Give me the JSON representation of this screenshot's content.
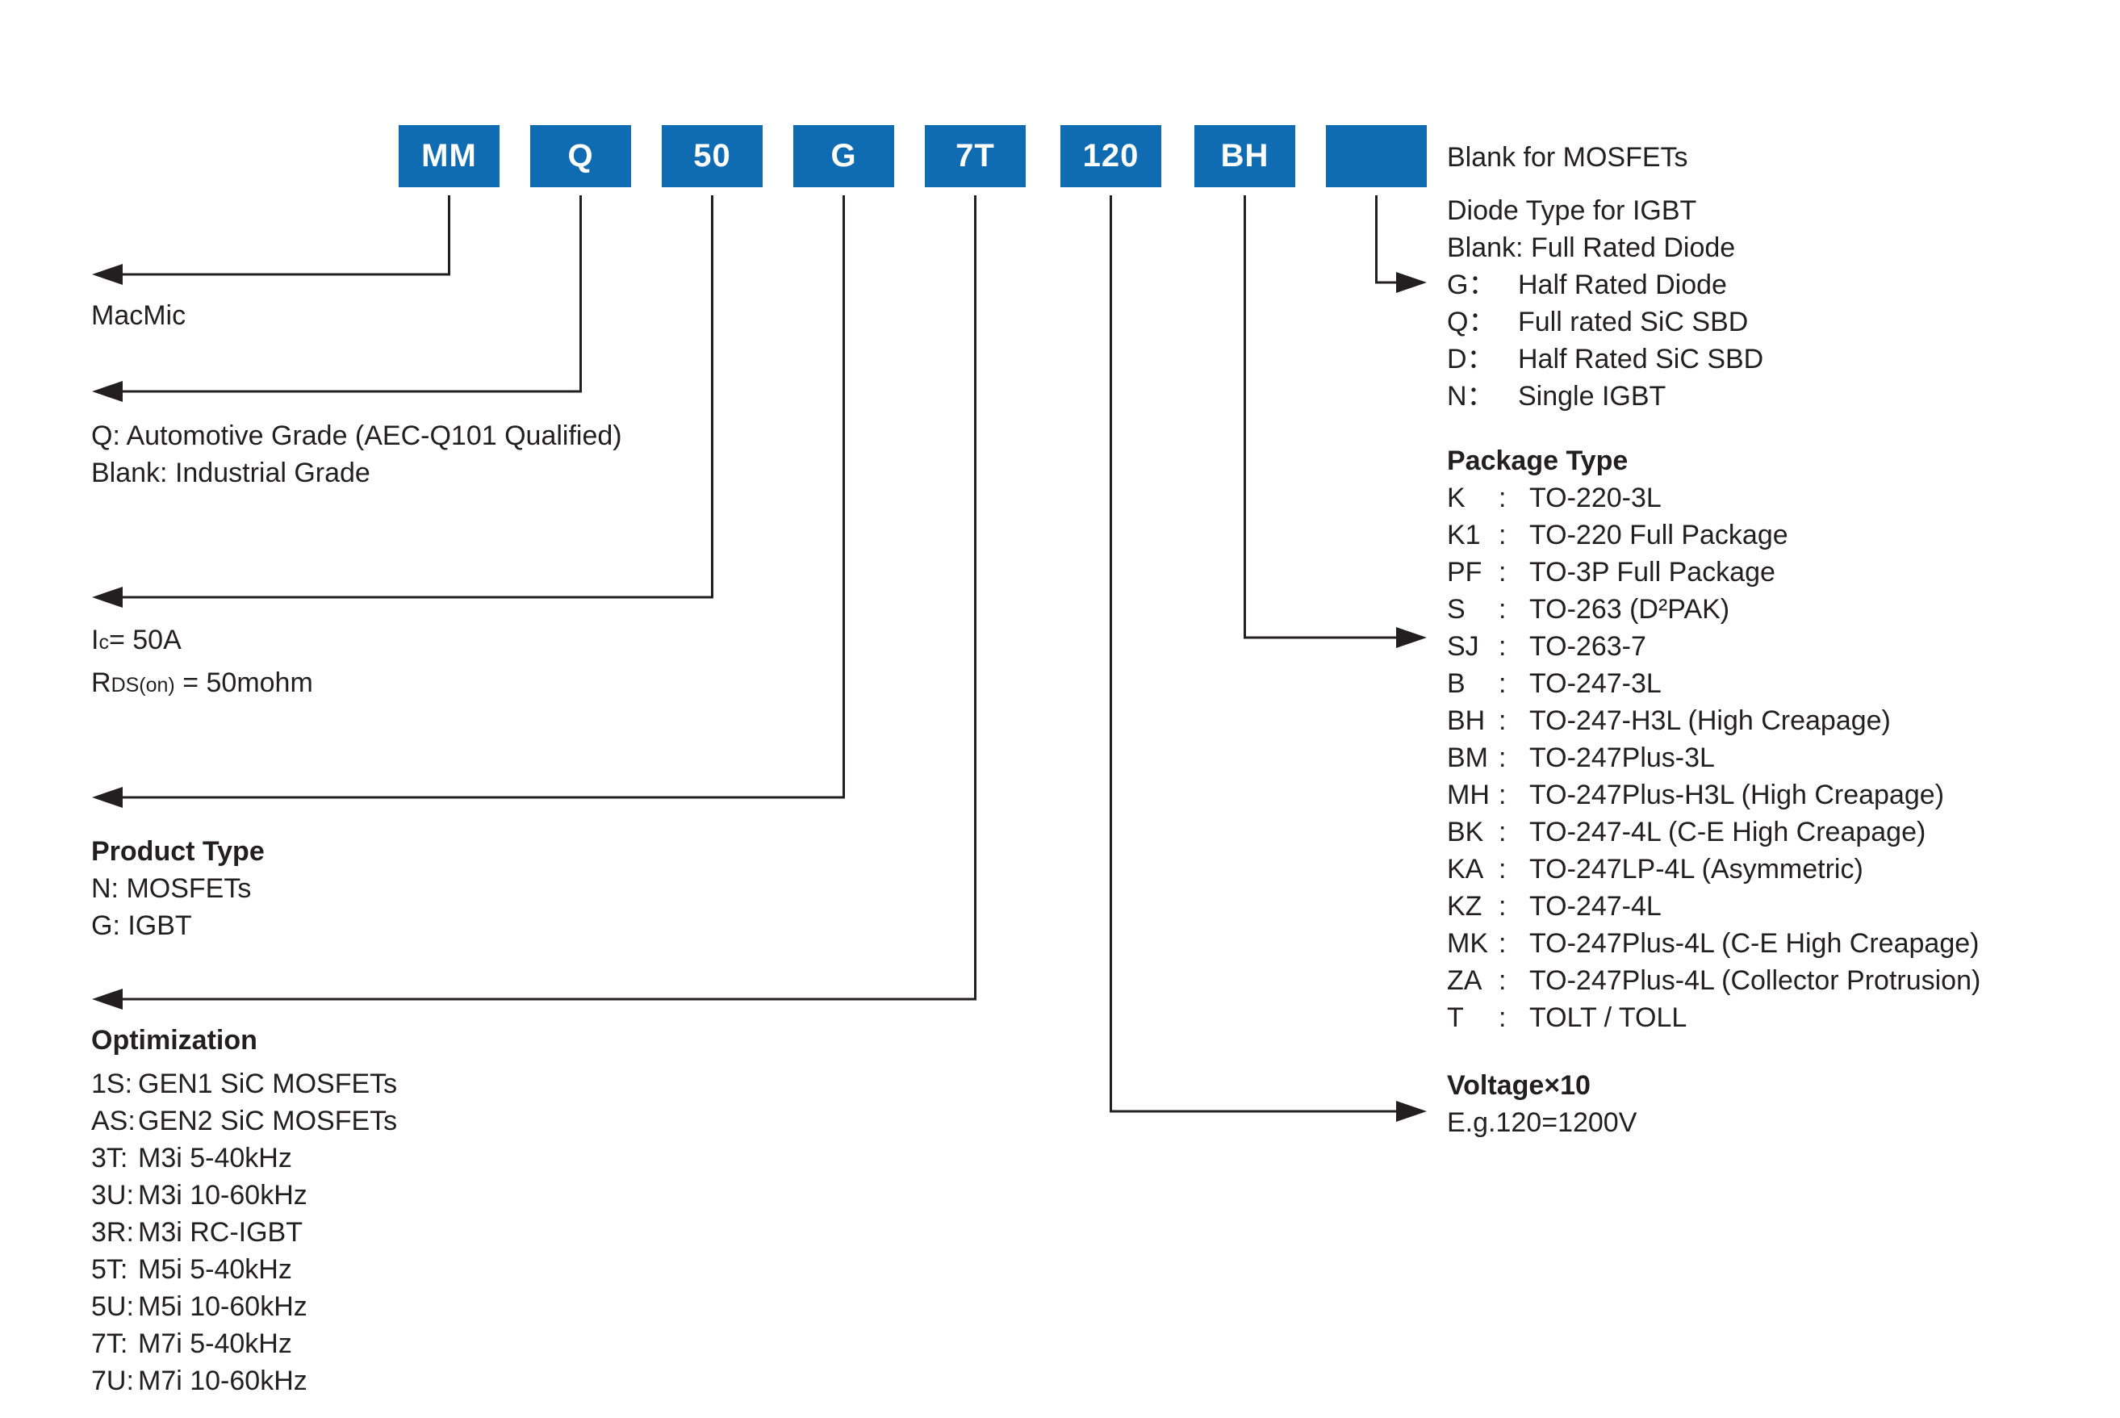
{
  "colors": {
    "box_blue": "#0f6cb2",
    "ink": "#231f20"
  },
  "part_number_boxes": [
    {
      "label": "MM"
    },
    {
      "label": "Q"
    },
    {
      "label": "50"
    },
    {
      "label": "G"
    },
    {
      "label": "7T"
    },
    {
      "label": "120"
    },
    {
      "label": "BH"
    },
    {
      "label": ""
    }
  ],
  "brand": {
    "label": "MacMic"
  },
  "grade": {
    "line1": "Q: Automotive Grade (AEC-Q101 Qualified)",
    "line2": "Blank: Industrial Grade"
  },
  "current_rating": {
    "symbol_main": "I",
    "symbol_sub": "c",
    "value": "= 50A"
  },
  "rds_rating": {
    "symbol_main": "R",
    "symbol_sub": "DS(on)",
    "value": " = 50mohm"
  },
  "product_type": {
    "title": "Product Type",
    "items": [
      {
        "text": "N: MOSFETs"
      },
      {
        "text": "G: IGBT"
      }
    ]
  },
  "optimization": {
    "title": "Optimization",
    "items": [
      {
        "code": "1S:",
        "desc": "GEN1 SiC MOSFETs"
      },
      {
        "code": "AS:",
        "desc": "GEN2 SiC MOSFETs"
      },
      {
        "code": "3T:",
        "desc": "M3i 5-40kHz"
      },
      {
        "code": "3U:",
        "desc": "M3i 10-60kHz"
      },
      {
        "code": "3R:",
        "desc": "M3i RC-IGBT"
      },
      {
        "code": "5T:",
        "desc": "M5i 5-40kHz"
      },
      {
        "code": "5U:",
        "desc": "M5i 10-60kHz"
      },
      {
        "code": "7T:",
        "desc": "M7i 5-40kHz"
      },
      {
        "code": "7U:",
        "desc": "M7i 10-60kHz"
      }
    ]
  },
  "mosfet_note": {
    "text": "Blank for MOSFETs"
  },
  "diode_type": {
    "title": "Diode Type for IGBT",
    "blank_line": "Blank: Full Rated Diode",
    "items": [
      {
        "code": "G：",
        "desc": "Half Rated Diode"
      },
      {
        "code": "Q：",
        "desc": "Full rated SiC SBD"
      },
      {
        "code": "D：",
        "desc": "Half Rated SiC SBD"
      },
      {
        "code": "N：",
        "desc": "Single IGBT"
      }
    ]
  },
  "package_type": {
    "title": "Package Type",
    "colon": ":",
    "items": [
      {
        "code": "K",
        "desc": "TO-220-3L"
      },
      {
        "code": "K1",
        "desc": "TO-220 Full Package"
      },
      {
        "code": "PF",
        "desc": "TO-3P Full Package"
      },
      {
        "code": "S",
        "desc": "TO-263 (D²PAK)"
      },
      {
        "code": "SJ",
        "desc": "TO-263-7"
      },
      {
        "code": "B",
        "desc": "TO-247-3L"
      },
      {
        "code": "BH",
        "desc": "TO-247-H3L (High Creapage)"
      },
      {
        "code": "BM",
        "desc": "TO-247Plus-3L"
      },
      {
        "code": "MH",
        "desc": "TO-247Plus-H3L (High Creapage)"
      },
      {
        "code": "BK",
        "desc": "TO-247-4L (C-E High Creapage)"
      },
      {
        "code": "KA",
        "desc": "TO-247LP-4L (Asymmetric)"
      },
      {
        "code": "KZ",
        "desc": "TO-247-4L"
      },
      {
        "code": "MK",
        "desc": "TO-247Plus-4L (C-E High Creapage)"
      },
      {
        "code": "ZA",
        "desc": "TO-247Plus-4L (Collector Protrusion)"
      },
      {
        "code": "T",
        "desc": "TOLT / TOLL"
      }
    ]
  },
  "voltage": {
    "title": "Voltage×10",
    "example": "E.g.120=1200V"
  }
}
